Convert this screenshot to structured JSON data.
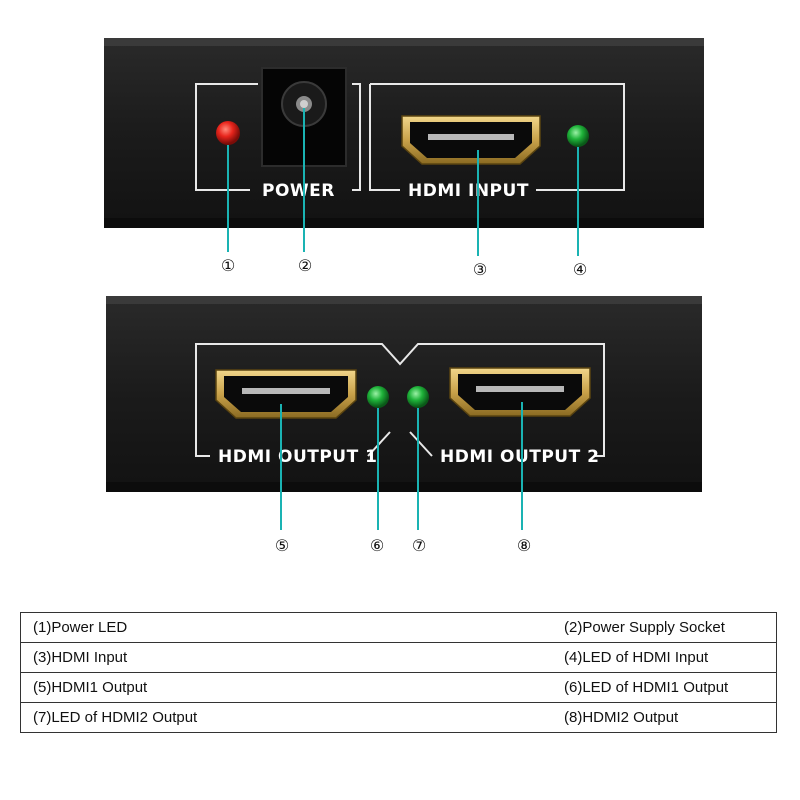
{
  "panels": {
    "input_side": {
      "power_label": "POWER",
      "hdmi_input_label": "HDMI INPUT"
    },
    "output_side": {
      "output1_label": "HDMI OUTPUT 1",
      "output2_label": "HDMI OUTPUT 2"
    }
  },
  "callouts": [
    "①",
    "②",
    "③",
    "④",
    "⑤",
    "⑥",
    "⑦",
    "⑧"
  ],
  "legend": {
    "rows": [
      {
        "left": "(1)Power LED",
        "right": "(2)Power Supply Socket"
      },
      {
        "left": "(3)HDMI Input",
        "right": "(4)LED of HDMI Input"
      },
      {
        "left": "(5)HDMI1 Output",
        "right": "(6)LED of HDMI1 Output"
      },
      {
        "left": "(7)LED of HDMI2 Output",
        "right": "(8)HDMI2 Output"
      }
    ]
  },
  "colors": {
    "device_body": "#1e1e1e",
    "panel_line": "#e8e8e8",
    "callout_line": "#1ab3b3",
    "led_red": "#e8251c",
    "led_green": "#1fb33a",
    "hdmi_gold": "#c9a24a"
  }
}
